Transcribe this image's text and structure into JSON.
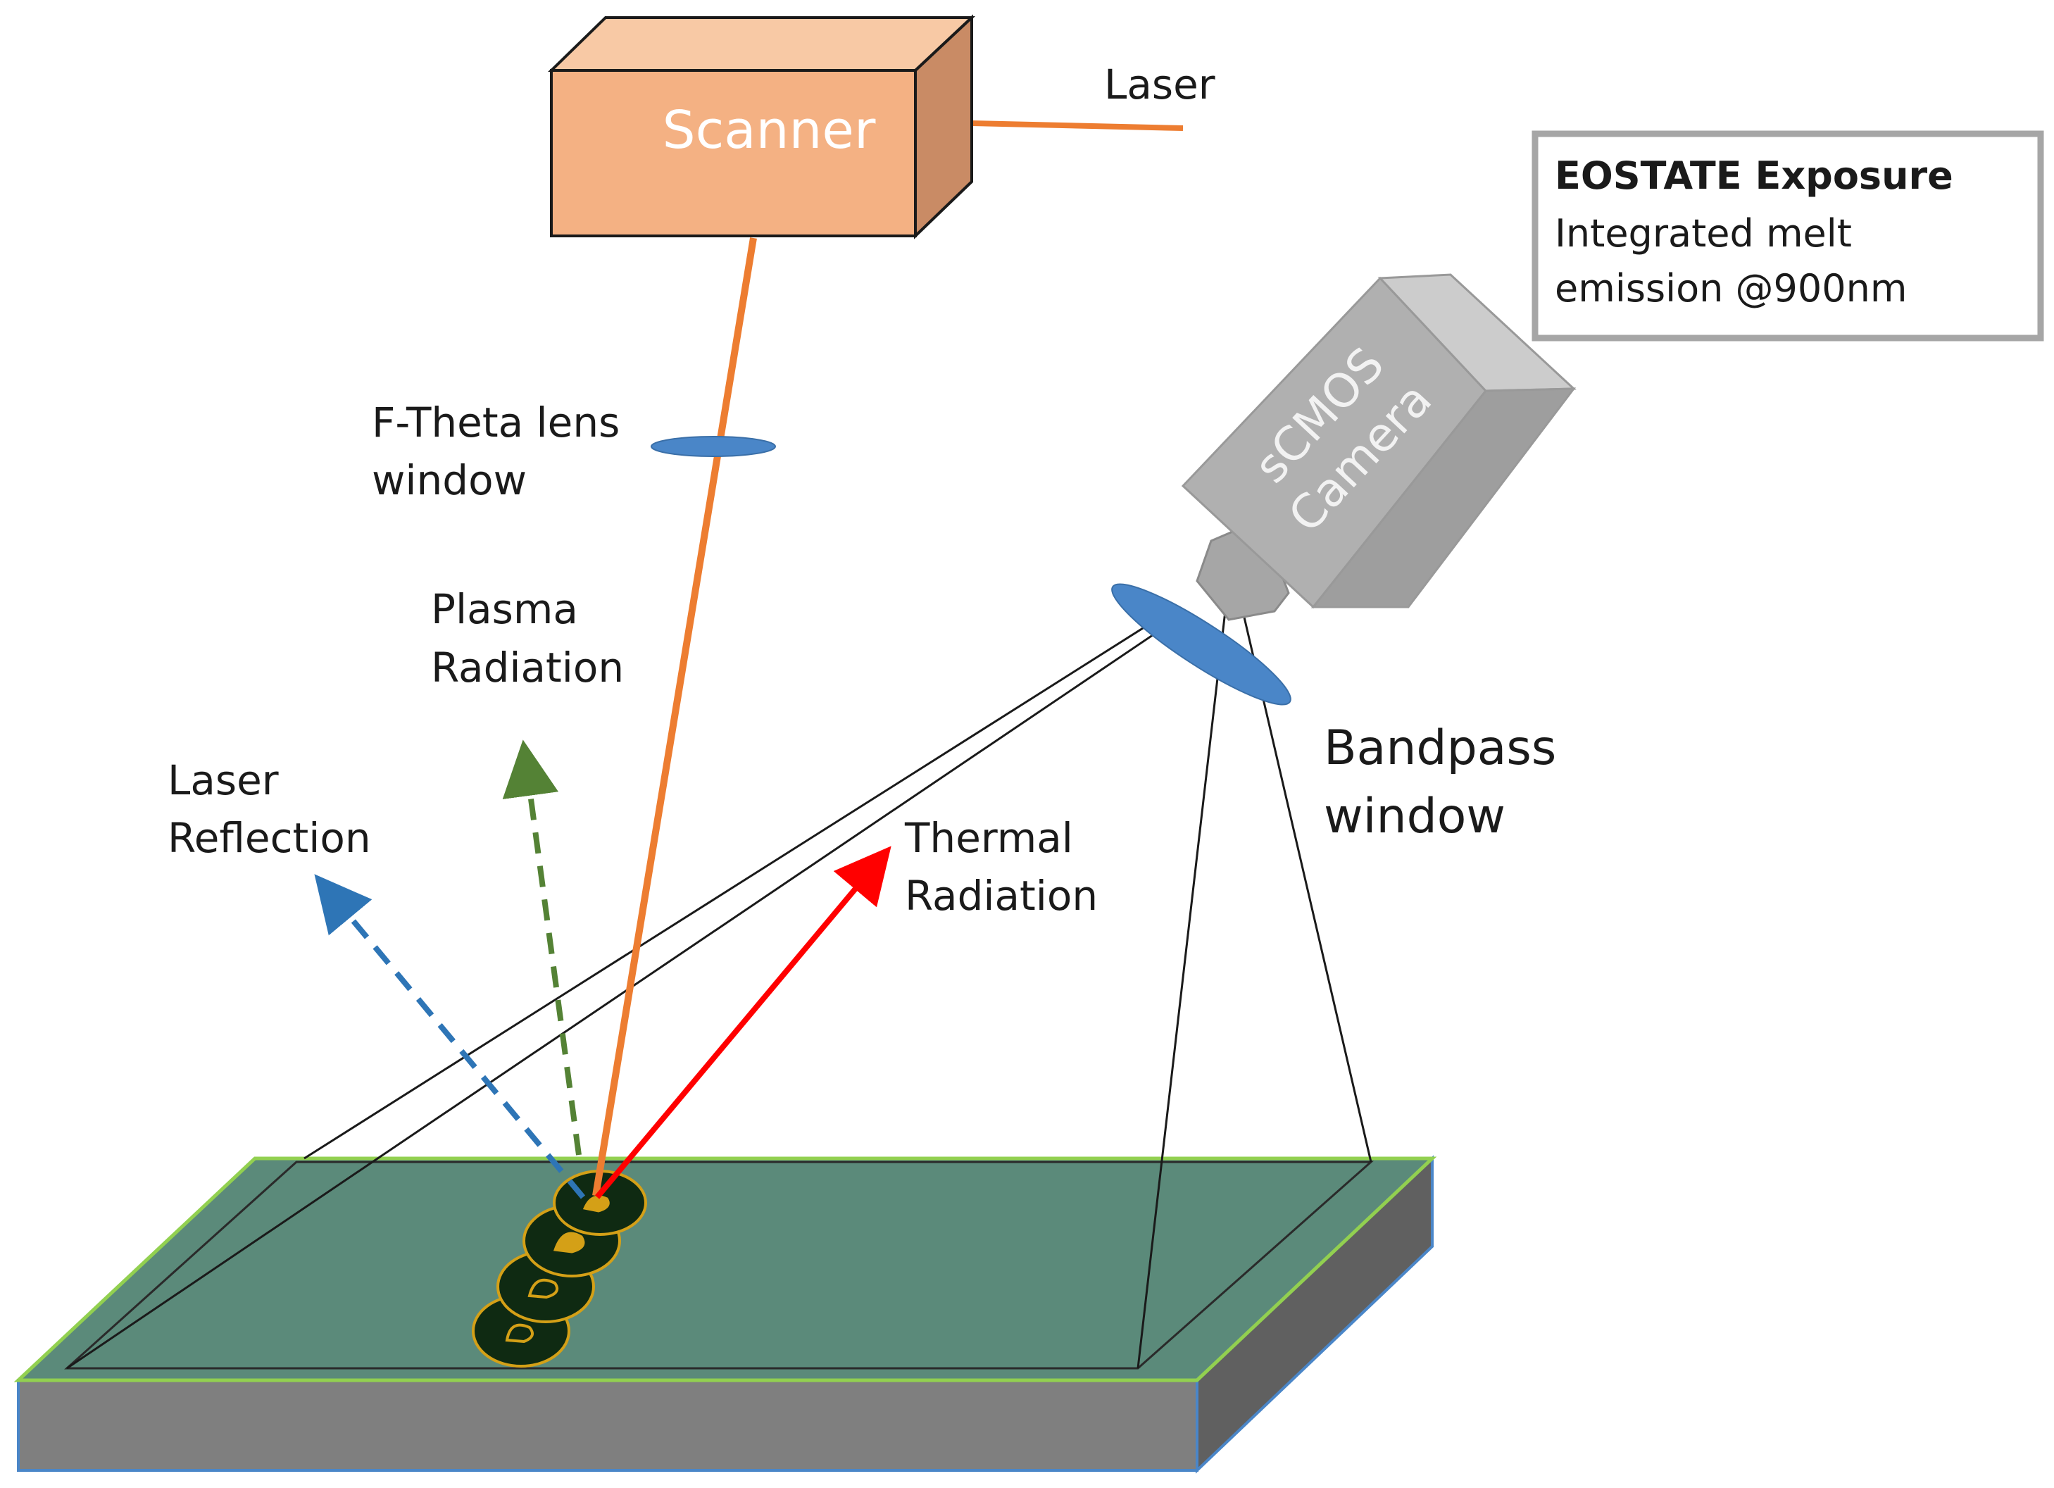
{
  "scanner": {
    "label": "Scanner"
  },
  "laser": {
    "label": "Laser"
  },
  "lens": {
    "line1": "F-Theta lens",
    "line2": "window"
  },
  "camera": {
    "line1": "sCMOS",
    "line2": "Camera"
  },
  "bandpass": {
    "line1": "Bandpass",
    "line2": "window"
  },
  "info_box": {
    "title": "EOSTATE Exposure",
    "line1": "Integrated melt",
    "line2": "emission @900nm"
  },
  "plasma": {
    "line1": "Plasma",
    "line2": "Radiation"
  },
  "reflection": {
    "line1": "Laser",
    "line2": "Reflection"
  },
  "thermal": {
    "line1": "Thermal",
    "line2": "Radiation"
  },
  "colors": {
    "laser_beam": "#ed7d31",
    "scanner_fill": "#f4b183",
    "plasma_arrow": "#548235",
    "reflection_arrow": "#2e75b6",
    "thermal_arrow": "#ff0000",
    "lens_fill": "#4a86c8",
    "plate_top": "#5b8a7a",
    "plate_side": "#7f7f7f",
    "camera_body": "#b0b0b0"
  }
}
